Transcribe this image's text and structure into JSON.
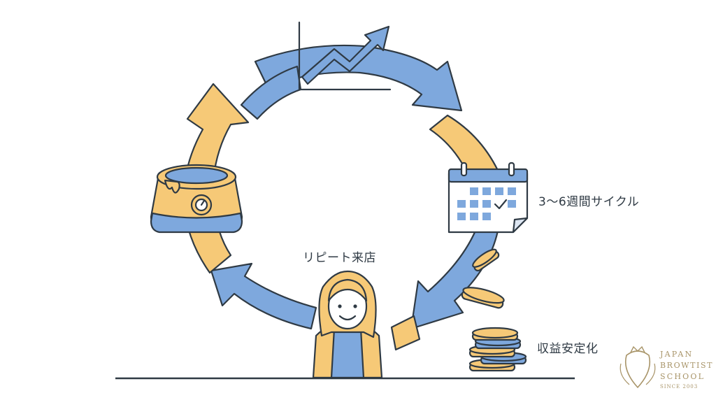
{
  "labels": {
    "cycle": "3〜6週間サイクル",
    "repeat_visit": "リピート来店",
    "revenue": "収益安定化"
  },
  "logo": {
    "line1": "JAPAN",
    "line2": "BROWTIST",
    "line3": "SCHOOL",
    "since": "SINCE 2003",
    "emblem_text": [
      "JAPAN",
      "BROWTIST",
      "SCHOOL"
    ]
  },
  "colors": {
    "blue": "#7ea8dd",
    "yellow": "#f6c977",
    "outline": "#2f3a44",
    "gold": "#a89468"
  },
  "icons": [
    "trend-chart-icon",
    "calendar-icon",
    "wax-warmer-icon",
    "coin-stack-icon",
    "woman-avatar-icon"
  ]
}
